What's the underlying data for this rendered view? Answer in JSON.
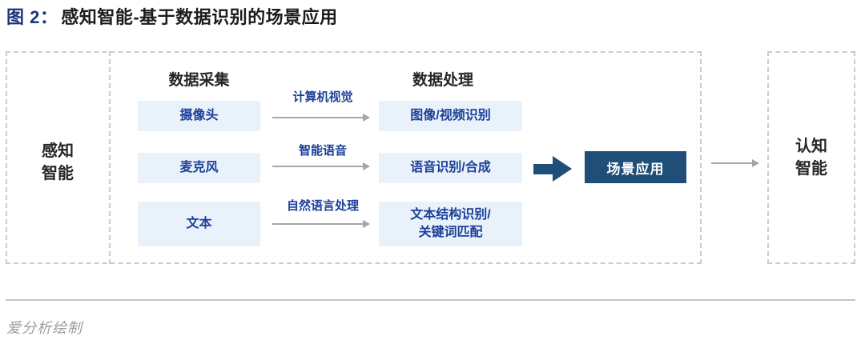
{
  "title": {
    "figure_label": "图 2：",
    "text": "感知智能-基于数据识别的场景应用"
  },
  "diagram": {
    "perception": {
      "line1": "感知",
      "line2": "智能"
    },
    "cognition": {
      "line1": "认知",
      "line2": "智能"
    },
    "collect_header": "数据采集",
    "process_header": "数据处理",
    "rows": [
      {
        "source": "摄像头",
        "tech": "计算机视觉",
        "target": "图像/视频识别"
      },
      {
        "source": "麦克风",
        "tech": "智能语音",
        "target": "语音识别/合成"
      },
      {
        "source": "文本",
        "tech": "自然语言处理",
        "target_line1": "文本结构识别/",
        "target_line2": "关键词匹配"
      }
    ],
    "scene_app": "场景应用"
  },
  "footer": {
    "credit": "爱分析绘制"
  },
  "colors": {
    "title_accent": "#1a347e",
    "light_box_bg": "#e9f2fb",
    "box_text_blue": "#1c4098",
    "dark_box_bg": "#1f4e79",
    "text_black": "#262626",
    "arrow_gray": "#a6a6a6",
    "dashed_border": "#cbcbcb",
    "footer_gray": "#9c9c9c"
  }
}
